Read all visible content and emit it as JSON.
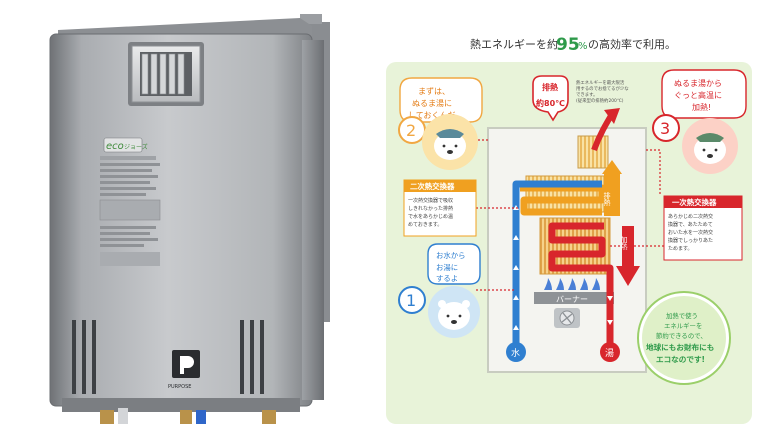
{
  "headline": {
    "prefix": "熱エネルギーを約",
    "value": "95",
    "unit": "%",
    "suffix": "の高効率で利用。"
  },
  "product": {
    "badge_label": "eco",
    "badge_sub": "ジョーズ",
    "brand": "PURPOSE"
  },
  "steps": [
    {
      "number": "1",
      "bubble": [
        "お水から",
        "お湯に",
        "するよ"
      ]
    },
    {
      "number": "2",
      "bubble": [
        "まずは、",
        "ぬるま湯に",
        "しておくんだ"
      ]
    },
    {
      "number": "3",
      "bubble": [
        "ぬるま湯から",
        "ぐっと高温に",
        "加熱!"
      ]
    }
  ],
  "exhaust": {
    "label": "排熱",
    "temp": "約80℃",
    "note": [
      "熱エネルギーを最大限活",
      "用するのでお捨てるが少な",
      "できます。",
      "(従来型の排熱約200℃)"
    ]
  },
  "secondary_hx": {
    "title": "二次熱交換器",
    "desc": [
      "一次熱交換器で吸収",
      "しきれなかった排熱",
      "で水をあらかじめ温",
      "めておきます。"
    ]
  },
  "primary_hx": {
    "title": "一次熱交換器",
    "desc": [
      "あらかじめ二次熱交",
      "換器で、あたためて",
      "おいた水を一次熱交",
      "換器でしっかりあた",
      "ためます。"
    ]
  },
  "flow_labels": {
    "exhaust_flow": "排熱",
    "heating": "加熱",
    "burner": "バーナー",
    "water": "水",
    "hot_water": "湯"
  },
  "eco_message": {
    "small": [
      "加熱で使う",
      "エネルギーを",
      "節約できるので、"
    ],
    "large": [
      "地球にもお財布にも",
      "エコなのです!"
    ]
  },
  "colors": {
    "accent_green": "#2e9a4a",
    "water_blue": "#2f7fd0",
    "hot_red": "#d8262c",
    "orange": "#f0a020",
    "panel_bg": "#e7f2d8",
    "bubble_border": "#f1a742"
  },
  "icons": [
    "polar-bear-icon",
    "fan-icon",
    "flame-icon"
  ]
}
